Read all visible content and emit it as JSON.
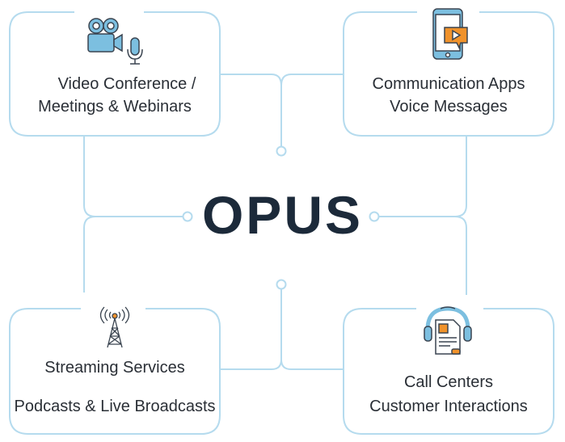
{
  "center": {
    "title": "OPUS"
  },
  "nodes": [
    {
      "id": "video",
      "line1": "Video Conference   /",
      "line2": "Meetings & Webinars",
      "icon": "video-camera-microphone-icon"
    },
    {
      "id": "comm",
      "line1": "Communication Apps",
      "line2": "Voice Messages",
      "icon": "smartphone-play-message-icon"
    },
    {
      "id": "stream",
      "line1": "Streaming Services",
      "line2": "Podcasts & Live Broadcasts",
      "icon": "broadcast-tower-icon"
    },
    {
      "id": "call",
      "line1": "Call Centers",
      "line2": "Customer Interactions",
      "icon": "headset-document-icon"
    }
  ],
  "colors": {
    "line": "#a9d3e8",
    "accent": "#f0922b",
    "iconBlue": "#7cbfe0",
    "text": "#1c2a3a"
  }
}
